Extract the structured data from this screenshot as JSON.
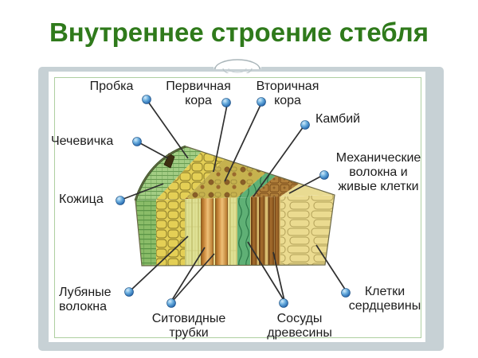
{
  "slide": {
    "title": "Внутреннее строение стебля"
  },
  "labels": {
    "probka": "Пробка",
    "pervichnaya_kora": "Первичная\nкора",
    "vtorichnaya_kora": "Вторичная\nкора",
    "kambiy": "Камбий",
    "chechevichka": "Чечевичка",
    "mehanicheskie_volokna": "Механические\nволокна и\nживые клетки",
    "kozhitsa": "Кожица",
    "lubyanye_volokna": "Лубяные\nволокна",
    "sitovidnye_trubki": "Ситовидные\nтрубки",
    "sosudy_drevesiny": "Сосуды\nдревесины",
    "kletki_serdtseviny": "Клетки\nсердцевины"
  },
  "colors": {
    "title_green": "#2f7a1b",
    "panel_gray": "#c7d1d5",
    "inner_border_green": "#aecfa0",
    "callout_line": "#2f2f2f",
    "callout_dot_blue": "#2b6fb5",
    "cork_green": "#8abc68",
    "cortex_yellow": "#e4cf55",
    "phloem_pale": "#dfe195",
    "sieve_tube_orange": "#d89a4e",
    "cambium_green": "#5fb075",
    "vessel_brown": "#a86f2e",
    "pith_yellow": "#ebdb90",
    "lenticel_dark": "#3d2f12"
  }
}
